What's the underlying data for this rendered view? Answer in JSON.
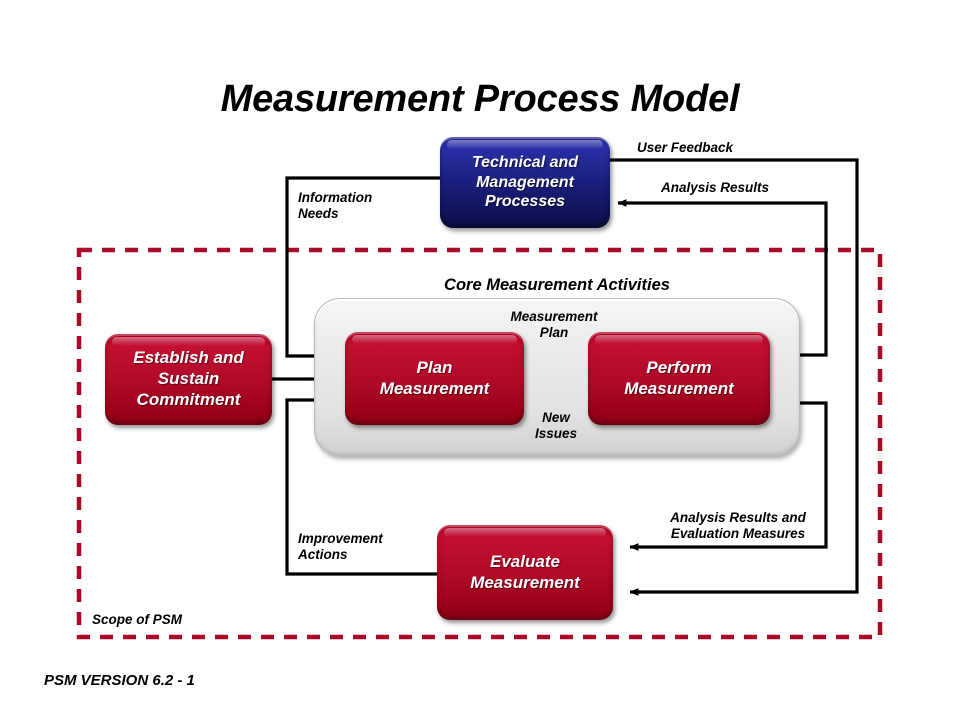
{
  "page": {
    "title": "Measurement Process Model",
    "footer": "PSM VERSION 6.2 - 1",
    "scope_label": "Scope of PSM",
    "core_group_title": "Core Measurement Activities"
  },
  "colors": {
    "red_box": "#b00a28",
    "blue_box": "#1b2080",
    "scope_border": "#a80a28",
    "core_container": "#e6e6e6",
    "arrow": "#000000",
    "text_on_box": "#ffffff",
    "page_background": "#ffffff"
  },
  "nodes": [
    {
      "id": "technical-management-processes",
      "label": "Technical and\nManagement\nProcesses",
      "color": "blue"
    },
    {
      "id": "establish-sustain-commitment",
      "label": "Establish and\nSustain\nCommitment",
      "color": "red"
    },
    {
      "id": "plan-measurement",
      "label": "Plan\nMeasurement",
      "color": "red"
    },
    {
      "id": "perform-measurement",
      "label": "Perform\nMeasurement",
      "color": "red"
    },
    {
      "id": "evaluate-measurement",
      "label": "Evaluate\nMeasurement",
      "color": "red"
    }
  ],
  "flow_labels": {
    "information_needs": "Information\nNeeds",
    "user_feedback": "User Feedback",
    "analysis_results": "Analysis Results",
    "measurement_plan": "Measurement\nPlan",
    "new_issues": "New\nIssues",
    "improvement_actions": "Improvement\nActions",
    "analysis_results_evaluation_measures": "Analysis Results and\nEvaluation Measures"
  },
  "edges": [
    {
      "id": "information-needs",
      "from": "technical-management-processes",
      "to": "plan-measurement",
      "label": "Information\nNeeds"
    },
    {
      "id": "user-feedback",
      "from": "evaluate-measurement",
      "to": "technical-management-processes",
      "label": "User Feedback"
    },
    {
      "id": "analysis-results",
      "from": "perform-measurement",
      "to": "technical-management-processes",
      "label": "Analysis Results"
    },
    {
      "id": "measurement-plan",
      "from": "plan-measurement",
      "to": "perform-measurement",
      "label": "Measurement\nPlan"
    },
    {
      "id": "new-issues",
      "from": "perform-measurement",
      "to": "plan-measurement",
      "label": "New\nIssues"
    },
    {
      "id": "commitment-to-plan",
      "from": "establish-sustain-commitment",
      "to": "plan-measurement",
      "label": ""
    },
    {
      "id": "improvement-actions",
      "from": "evaluate-measurement",
      "to": "plan-measurement",
      "label": "Improvement\nActions"
    },
    {
      "id": "analysis-results-and-evaluation-measures",
      "from": "perform-measurement",
      "to": "evaluate-measurement",
      "label": "Analysis Results and\nEvaluation Measures"
    }
  ]
}
